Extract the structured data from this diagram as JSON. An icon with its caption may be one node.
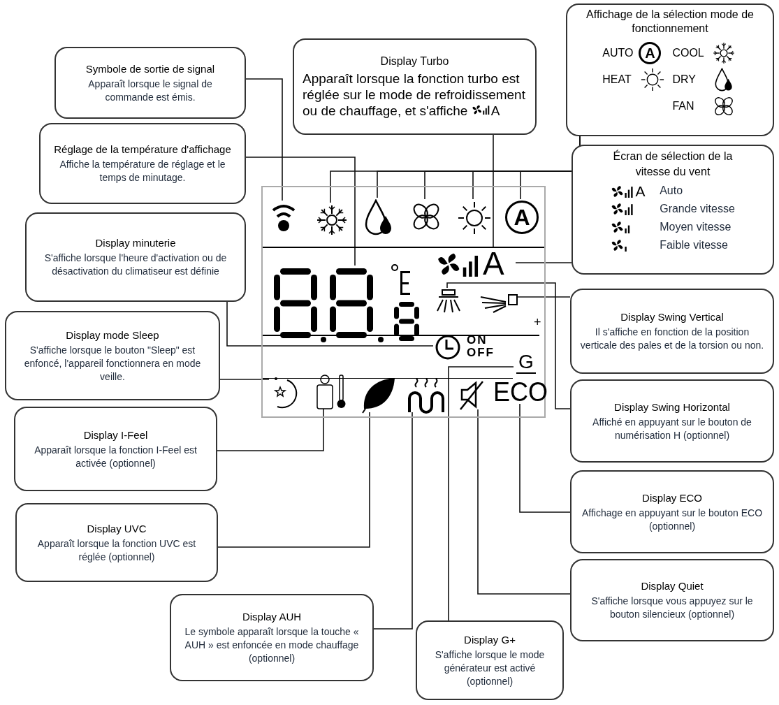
{
  "diagram": {
    "nodes": [
      {
        "text": [
          "Symbole de sortie de signal",
          "Apparaît lorsque le signal de commande est émis."
        ]
      },
      {
        "text": [
          "Réglage de la température d'affichage",
          "Affiche la température de réglage et le temps de minutage."
        ]
      },
      {
        "text": [
          "Display minuterie",
          "S'affiche lorsque l'heure d'activation ou de désactivation du climatiseur est définie"
        ]
      },
      {
        "text": [
          "Display mode Sleep",
          "S'affiche lorsque le bouton \"Sleep\" est enfoncé, l'appareil fonctionnera en mode veille."
        ]
      },
      {
        "text": [
          "Display I-Feel",
          "Apparaît lorsque la fonction I-Feel est activée (optionnel)"
        ]
      },
      {
        "text": [
          "Display UVC",
          "Apparaît lorsque la fonction UVC est réglée (optionnel)"
        ]
      },
      {
        "text": [
          "Display AUH",
          "Le symbole apparaît lorsque la touche « AUH » est enfoncée en mode chauffage (optionnel)"
        ]
      },
      {
        "text": [
          "Display G+",
          "S'affiche lorsque le mode générateur est activé (optionnel)"
        ]
      },
      {
        "text": [
          "Display Turbo",
          "Apparaît lorsque la fonction turbo est réglée sur le mode de refroidissement ou de chauffage, et s'affiche",
          "A"
        ]
      },
      {
        "text": [
          "Affichage de la sélection mode de fonctionnement",
          "AUTO",
          "A",
          "COOL",
          "HEAT",
          "DRY",
          "FAN"
        ]
      },
      {
        "text": [
          "Écran de sélection de la vitesse du vent",
          "A",
          "Auto",
          "Grande vitesse",
          "Moyen vitesse",
          "Faible vitesse"
        ]
      },
      {
        "text": [
          "Display Swing Vertical",
          "Il s'affiche en fonction de la position verticale des pales et de la torsion ou non."
        ]
      },
      {
        "text": [
          "Display Swing Horizontal",
          "Affiché en appuyant sur le bouton de numérisation H (optionnel)"
        ]
      },
      {
        "text": [
          "Display ECO",
          "Affichage en appuyant sur le bouton ECO (optionnel)"
        ]
      },
      {
        "text": [
          "Display Quiet",
          "S'affiche lorsque vous appuyez sur le bouton silencieux (optionnel)"
        ]
      },
      {
        "text": [],
        "shape": "box"
      },
      {
        "text": [],
        "shape": "picture",
        "in": 15
      },
      {
        "text": [],
        "shape": "picture",
        "in": 15
      },
      {
        "text": [],
        "shape": "picture",
        "in": 15
      },
      {
        "text": [],
        "shape": "picture",
        "in": 15
      },
      {
        "text": [],
        "shape": "picture",
        "in": 15
      },
      {
        "text": [
          "A"
        ],
        "in": 15
      },
      {
        "text": [],
        "shape": "picture",
        "in": 15
      },
      {
        "text": [
          "A"
        ],
        "in": 15
      },
      {
        "text": [],
        "shape": "picture",
        "in": 15
      },
      {
        "text": [],
        "shape": "picture",
        "in": 15
      },
      {
        "text": [
          "ON",
          "OFF"
        ],
        "in": 15
      },
      {
        "text": [
          "G"
        ],
        "in": 15
      },
      {
        "text": [],
        "shape": "picture",
        "in": 15
      },
      {
        "text": [],
        "shape": "picture",
        "in": 15
      },
      {
        "text": [],
        "shape": "picture",
        "in": 15
      },
      {
        "text": [],
        "shape": "picture",
        "in": 15
      },
      {
        "text": [],
        "shape": "picture",
        "in": 15
      },
      {
        "text": [
          "ECO"
        ],
        "in": 15
      }
    ],
    "edges": [
      {
        "from": 0,
        "to": 16,
        "arrow": "none"
      },
      {
        "from": 1,
        "to": 22,
        "arrow": "none"
      },
      {
        "from": 2,
        "to": 26,
        "arrow": "none"
      },
      {
        "from": 3,
        "to": 28,
        "arrow": "none"
      },
      {
        "from": 4,
        "to": 29,
        "arrow": "none"
      },
      {
        "from": 5,
        "to": 30,
        "arrow": "none"
      },
      {
        "from": 6,
        "to": 31,
        "arrow": "none"
      },
      {
        "from": 7,
        "to": 27,
        "arrow": "none"
      },
      {
        "from": 8,
        "to": 23,
        "arrow": "none"
      },
      {
        "from": 9,
        "to": 17,
        "arrow": "none"
      },
      {
        "from": 9,
        "to": 18,
        "arrow": "none"
      },
      {
        "from": 9,
        "to": 19,
        "arrow": "none"
      },
      {
        "from": 9,
        "to": 20,
        "arrow": "none"
      },
      {
        "from": 9,
        "to": 21,
        "arrow": "none"
      },
      {
        "from": 10,
        "to": 23,
        "arrow": "none"
      },
      {
        "from": 11,
        "to": 25,
        "arrow": "none"
      },
      {
        "from": 12,
        "to": 24,
        "arrow": "none"
      },
      {
        "from": 13,
        "to": 33,
        "arrow": "none"
      },
      {
        "from": 14,
        "to": 32,
        "arrow": "none"
      }
    ],
    "labels": [
      "+"
    ]
  }
}
